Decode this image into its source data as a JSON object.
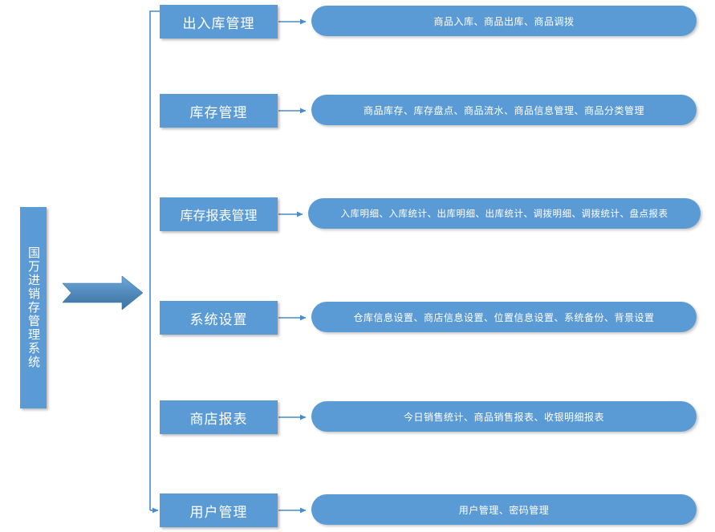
{
  "diagram": {
    "title": "国万进销存管理系统",
    "accent_color": "#5B9BD5",
    "connector_color": "#4A8CC7",
    "background_color": "#FFFFFF",
    "text_color": "#FFFFFF",
    "root_arrow_label": "main-flow-arrow",
    "modules": [
      {
        "name": "出入库管理",
        "details": "商品入库、商品出库、商品调拨"
      },
      {
        "name": "库存管理",
        "details": "商品库存、库存盘点、商品流水、商品信息管理、商品分类管理"
      },
      {
        "name": "库存报表管理",
        "details": "入库明细、入库统计、出库明细、出库统计、调拨明细、调拨统计、盘点报表"
      },
      {
        "name": "系统设置",
        "details": "仓库信息设置、商店信息设置、位置信息设置、系统备份、背景设置"
      },
      {
        "name": "商店报表",
        "details": "今日销售统计、商品销售报表、收银明细报表"
      },
      {
        "name": "用户管理",
        "details": "用户管理、密码管理"
      }
    ]
  }
}
